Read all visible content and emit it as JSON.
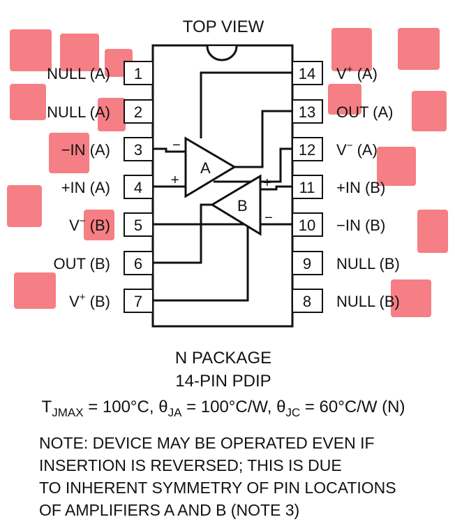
{
  "title": "TOP VIEW",
  "pins": {
    "left": [
      {
        "num": "1",
        "label": "NULL (A)"
      },
      {
        "num": "2",
        "label": "NULL (A)"
      },
      {
        "num": "3",
        "label": "−IN (A)"
      },
      {
        "num": "4",
        "label": "+IN (A)"
      },
      {
        "num": "5",
        "label": "V",
        "sup": "−",
        "suffix": " (B)"
      },
      {
        "num": "6",
        "label": "OUT (B)"
      },
      {
        "num": "7",
        "label": "V",
        "sup": "+",
        "suffix": " (B)"
      }
    ],
    "right": [
      {
        "num": "14",
        "label": "V",
        "sup": "+",
        "suffix": " (A)"
      },
      {
        "num": "13",
        "label": "OUT (A)"
      },
      {
        "num": "12",
        "label": "V",
        "sup": "−",
        "suffix": " (A)"
      },
      {
        "num": "11",
        "label": "+IN (B)"
      },
      {
        "num": "10",
        "label": "−IN (B)"
      },
      {
        "num": "9",
        "label": "NULL (B)"
      },
      {
        "num": "8",
        "label": "NULL (B)"
      }
    ]
  },
  "amplifiers": {
    "a": {
      "name": "A",
      "minus": "−",
      "plus": "+"
    },
    "b": {
      "name": "B",
      "minus": "−",
      "plus": "+"
    }
  },
  "package": {
    "line1": "N PACKAGE",
    "line2": "14-PIN PDIP"
  },
  "thermal": {
    "tj": "T",
    "tj_sub": "JMAX",
    "tj_val": " = 100°C, ",
    "theta1": "θ",
    "theta1_sub": "JA",
    "theta1_val": " = 100°C/W, ",
    "theta2": "θ",
    "theta2_sub": "JC",
    "theta2_val": " = 60°C/W (N)"
  },
  "note": [
    "NOTE: DEVICE MAY BE OPERATED EVEN IF",
    "INSERTION IS REVERSED; THIS IS DUE",
    "TO INHERENT SYMMETRY OF PIN LOCATIONS",
    "OF AMPLIFIERS A AND B (NOTE 3)"
  ],
  "colors": {
    "ink": "#111111",
    "watermark": "#f2545b"
  }
}
